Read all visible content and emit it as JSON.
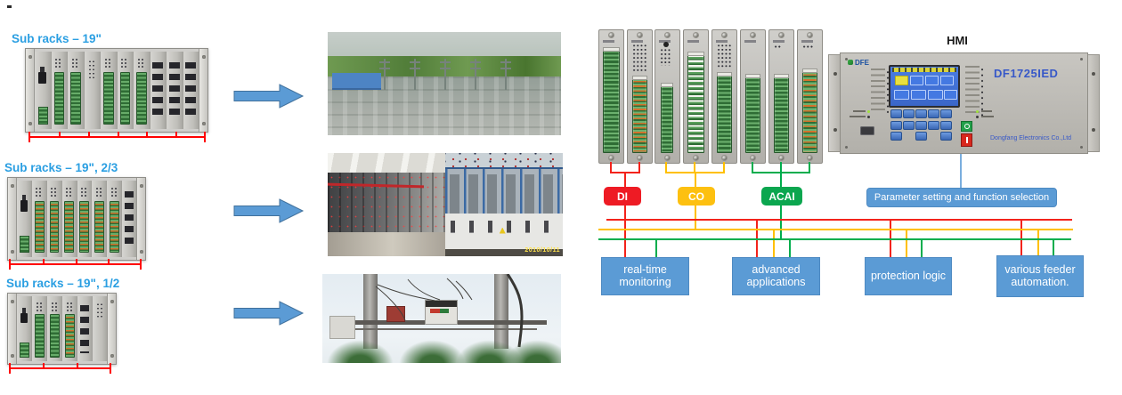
{
  "colors": {
    "label_blue": "#2b9fe2",
    "arrow_blue": "#5b9bd5",
    "arrow_border": "#41719c",
    "box_blue": "#5b9bd5",
    "di_red": "#ee1b24",
    "co_yellow": "#fdc010",
    "acai_green": "#0ba64f",
    "line_red": "#f3231b",
    "line_yellow": "#ffc000",
    "line_green": "#00ad4d",
    "measure_red": "#ff0000",
    "hmi_line_blue": "#7aaede",
    "model_blue": "#3758c8"
  },
  "sub_racks": [
    {
      "label": "Sub racks – 19\""
    },
    {
      "label": "Sub racks – 19\", 2/3"
    },
    {
      "label": "Sub racks – 19\", 1/2"
    }
  ],
  "signal_groups": [
    {
      "label": "DI"
    },
    {
      "label": "CO"
    },
    {
      "label": "ACAI"
    }
  ],
  "hmi": {
    "title": "HMI",
    "brand": "DFE",
    "model": "DF1725IED",
    "company": "Dongfang Electronics Co.,Ltd"
  },
  "parameter_box": {
    "label": "Parameter setting and function selection"
  },
  "function_boxes": [
    {
      "label": "real-time monitoring"
    },
    {
      "label": "advanced applications"
    },
    {
      "label": "protection logic"
    },
    {
      "label": "various feeder automation."
    }
  ],
  "photos": [
    {
      "name": "substation-aerial-view"
    },
    {
      "name": "control-room-and-switchgear",
      "timestamp": "2010/10/11"
    },
    {
      "name": "pole-mounted-feeder-equipment"
    }
  ]
}
